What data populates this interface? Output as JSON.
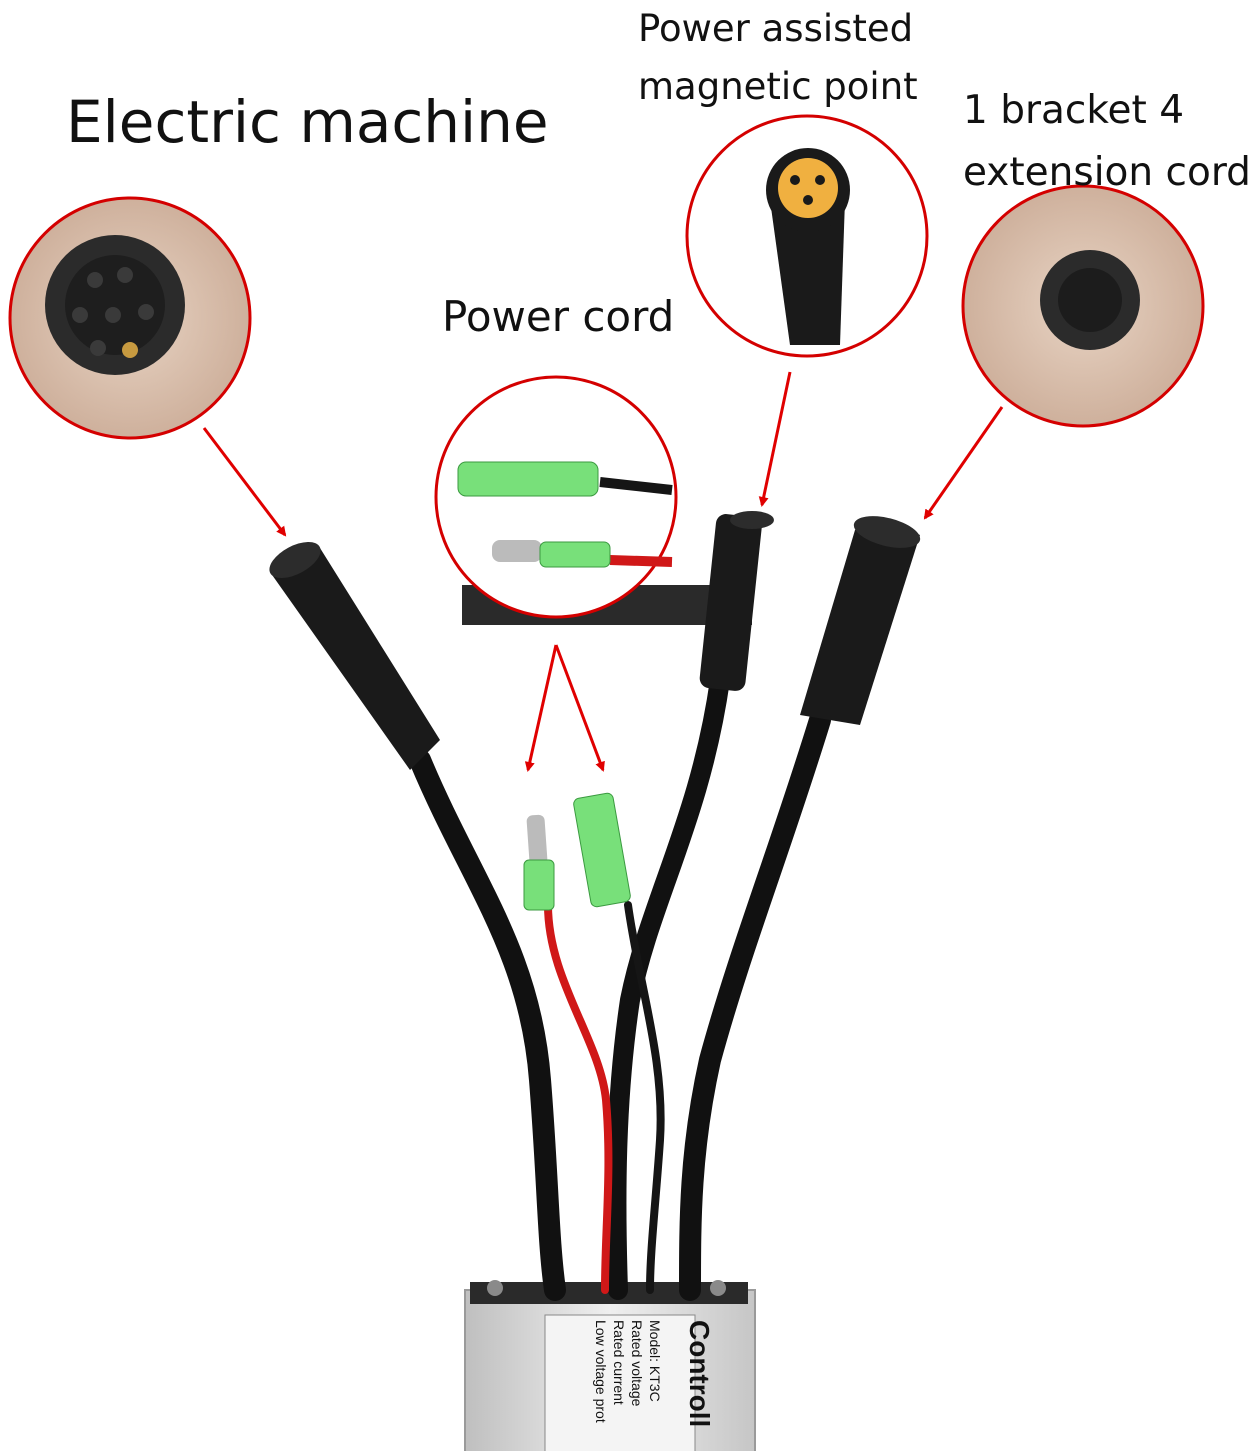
{
  "labels": {
    "motor": "Electric machine",
    "power": "Power cord",
    "pas": [
      "Power assisted",
      "magnetic point"
    ],
    "ext": [
      "1 bracket 4",
      "extension cord"
    ]
  },
  "controller_label": {
    "title": "Controll",
    "lines": [
      "Model: KT3C",
      "Rated voltage",
      "Rated current",
      "Low voltage prot"
    ]
  },
  "colors": {
    "arrow": "#e00000",
    "circle_ring": "#d40000",
    "cable": "#111111",
    "red_wire": "#d01818",
    "insulator_green": "#78e07a",
    "connector_body": "#1a1a1a",
    "pas_plug": "#f0b040",
    "case": "#d8d8d8"
  },
  "icons": [
    "motor-connector-icon",
    "power-cord-icon",
    "pas-connector-icon",
    "extension-connector-icon"
  ]
}
